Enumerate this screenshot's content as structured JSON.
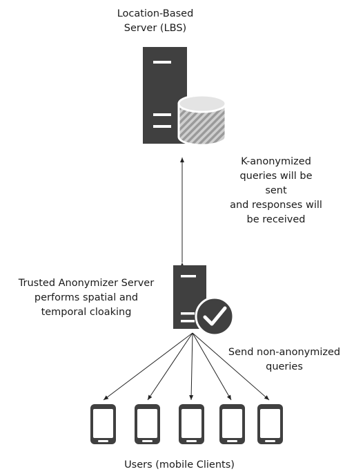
{
  "lbs": {
    "title_line1": "Location-Based",
    "title_line2": "Server (LBS)"
  },
  "link_note": {
    "line1": "K-anonymized",
    "line2": "queries will be",
    "line3": "sent",
    "line4": "and responses will",
    "line5": "be received"
  },
  "anonymizer": {
    "line1": "Trusted Anonymizer Server",
    "line2": "performs spatial and",
    "line3": "temporal cloaking"
  },
  "clients_note": {
    "line1": "Send non-anonymized",
    "line2": "queries"
  },
  "clients": {
    "label": "Users (mobile Clients)",
    "count": 5
  },
  "icons": {
    "lbs_server": "server-icon",
    "database": "database-icon",
    "anonymizer_server": "server-icon",
    "verified_badge": "check-circle-icon",
    "mobile_client": "smartphone-icon"
  },
  "colors": {
    "icon_fill": "#404040",
    "db_hatch": "#a0a0a0",
    "arrow": "#222222",
    "text": "#1a1a1a"
  }
}
